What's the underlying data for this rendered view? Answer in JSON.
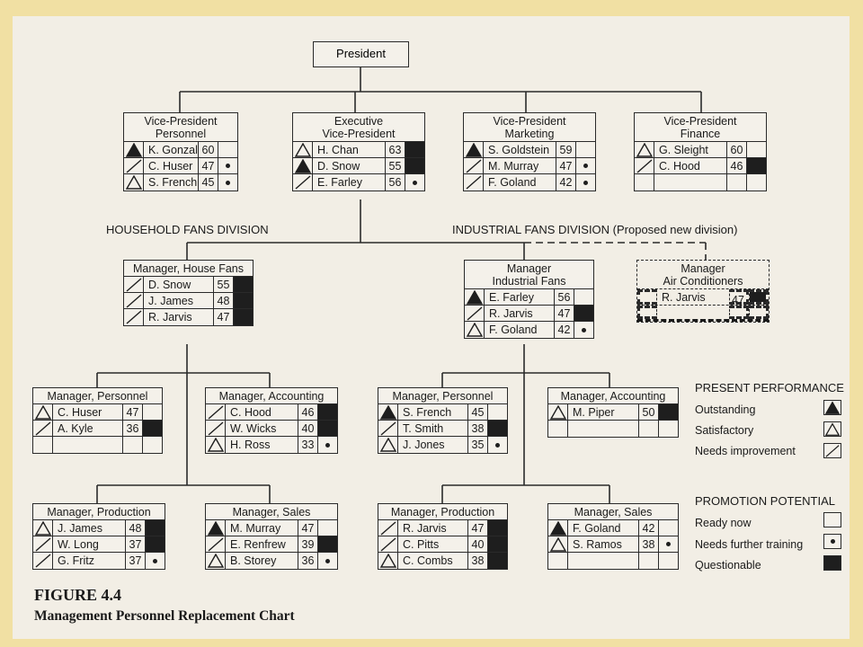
{
  "president": "President",
  "divisions": {
    "household": "HOUSEHOLD FANS DIVISION",
    "industrial": "INDUSTRIAL FANS DIVISION (Proposed new division)"
  },
  "boxes": {
    "vp_personnel": {
      "title": "Vice-President\nPersonnel",
      "rows": [
        {
          "name": "K. Gonzalez",
          "age": "60",
          "perf": "outstanding",
          "prom": "ready"
        },
        {
          "name": "C. Huser",
          "age": "47",
          "perf": "needs",
          "prom": "training"
        },
        {
          "name": "S. French",
          "age": "45",
          "perf": "satisfactory",
          "prom": "training"
        }
      ]
    },
    "evp": {
      "title": "Executive\nVice-President",
      "rows": [
        {
          "name": "H. Chan",
          "age": "63",
          "perf": "satisfactory",
          "prom": "questionable"
        },
        {
          "name": "D. Snow",
          "age": "55",
          "perf": "outstanding",
          "prom": "questionable"
        },
        {
          "name": "E. Farley",
          "age": "56",
          "perf": "needs",
          "prom": "training"
        }
      ]
    },
    "vp_marketing": {
      "title": "Vice-President\nMarketing",
      "rows": [
        {
          "name": "S. Goldstein",
          "age": "59",
          "perf": "outstanding",
          "prom": "ready"
        },
        {
          "name": "M. Murray",
          "age": "47",
          "perf": "needs",
          "prom": "training"
        },
        {
          "name": "F. Goland",
          "age": "42",
          "perf": "needs",
          "prom": "training"
        }
      ]
    },
    "vp_finance": {
      "title": "Vice-President\nFinance",
      "rows": [
        {
          "name": "G. Sleight",
          "age": "60",
          "perf": "satisfactory",
          "prom": "ready"
        },
        {
          "name": "C. Hood",
          "age": "46",
          "perf": "needs",
          "prom": "questionable"
        },
        {
          "name": "",
          "age": "",
          "perf": "none",
          "prom": "ready"
        }
      ]
    },
    "mgr_house_fans": {
      "title": "Manager, House Fans",
      "rows": [
        {
          "name": "D. Snow",
          "age": "55",
          "perf": "needs",
          "prom": "questionable"
        },
        {
          "name": "J. James",
          "age": "48",
          "perf": "needs",
          "prom": "questionable"
        },
        {
          "name": "R. Jarvis",
          "age": "47",
          "perf": "needs",
          "prom": "questionable"
        }
      ]
    },
    "mgr_industrial_fans": {
      "title": "Manager\nIndustrial Fans",
      "rows": [
        {
          "name": "E. Farley",
          "age": "56",
          "perf": "outstanding",
          "prom": "ready"
        },
        {
          "name": "R. Jarvis",
          "age": "47",
          "perf": "needs",
          "prom": "questionable"
        },
        {
          "name": "F. Goland",
          "age": "42",
          "perf": "satisfactory",
          "prom": "training"
        }
      ]
    },
    "mgr_air_conditioners": {
      "title": "Manager\nAir Conditioners",
      "rows": [
        {
          "name": "R. Jarvis",
          "age": "47",
          "perf": "none",
          "prom": "questionable"
        },
        {
          "name": "",
          "age": "",
          "perf": "none",
          "prom": "ready"
        }
      ]
    },
    "h_personnel": {
      "title": "Manager, Personnel",
      "rows": [
        {
          "name": "C. Huser",
          "age": "47",
          "perf": "satisfactory",
          "prom": "ready"
        },
        {
          "name": "A. Kyle",
          "age": "36",
          "perf": "needs",
          "prom": "questionable"
        },
        {
          "name": "",
          "age": "",
          "perf": "none",
          "prom": "ready"
        }
      ]
    },
    "h_accounting": {
      "title": "Manager, Accounting",
      "rows": [
        {
          "name": "C. Hood",
          "age": "46",
          "perf": "needs",
          "prom": "questionable"
        },
        {
          "name": "W. Wicks",
          "age": "40",
          "perf": "needs",
          "prom": "questionable"
        },
        {
          "name": "H. Ross",
          "age": "33",
          "perf": "satisfactory",
          "prom": "training"
        }
      ]
    },
    "i_personnel": {
      "title": "Manager, Personnel",
      "rows": [
        {
          "name": "S. French",
          "age": "45",
          "perf": "outstanding",
          "prom": "ready"
        },
        {
          "name": "T. Smith",
          "age": "38",
          "perf": "needs",
          "prom": "questionable"
        },
        {
          "name": "J. Jones",
          "age": "35",
          "perf": "satisfactory",
          "prom": "training"
        }
      ]
    },
    "i_accounting": {
      "title": "Manager, Accounting",
      "rows": [
        {
          "name": "M. Piper",
          "age": "50",
          "perf": "satisfactory",
          "prom": "questionable"
        },
        {
          "name": "",
          "age": "",
          "perf": "none",
          "prom": "ready"
        }
      ]
    },
    "h_production": {
      "title": "Manager, Production",
      "rows": [
        {
          "name": "J. James",
          "age": "48",
          "perf": "satisfactory",
          "prom": "questionable"
        },
        {
          "name": "W. Long",
          "age": "37",
          "perf": "needs",
          "prom": "questionable"
        },
        {
          "name": "G. Fritz",
          "age": "37",
          "perf": "needs",
          "prom": "training"
        }
      ]
    },
    "h_sales": {
      "title": "Manager, Sales",
      "rows": [
        {
          "name": "M. Murray",
          "age": "47",
          "perf": "outstanding",
          "prom": "ready"
        },
        {
          "name": "E. Renfrew",
          "age": "39",
          "perf": "needs",
          "prom": "questionable"
        },
        {
          "name": "B. Storey",
          "age": "36",
          "perf": "satisfactory",
          "prom": "training"
        }
      ]
    },
    "i_production": {
      "title": "Manager, Production",
      "rows": [
        {
          "name": "R. Jarvis",
          "age": "47",
          "perf": "needs",
          "prom": "questionable"
        },
        {
          "name": "C. Pitts",
          "age": "40",
          "perf": "needs",
          "prom": "questionable"
        },
        {
          "name": "C. Combs",
          "age": "38",
          "perf": "satisfactory",
          "prom": "questionable"
        }
      ]
    },
    "i_sales": {
      "title": "Manager, Sales",
      "rows": [
        {
          "name": "F. Goland",
          "age": "42",
          "perf": "outstanding",
          "prom": "ready"
        },
        {
          "name": "S. Ramos",
          "age": "38",
          "perf": "satisfactory",
          "prom": "training"
        },
        {
          "name": "",
          "age": "",
          "perf": "none",
          "prom": "ready"
        }
      ]
    }
  },
  "legend": {
    "performance_title": "PRESENT PERFORMANCE",
    "performance": [
      {
        "label": "Outstanding",
        "symbol": "outstanding"
      },
      {
        "label": "Satisfactory",
        "symbol": "satisfactory"
      },
      {
        "label": "Needs improvement",
        "symbol": "needs"
      }
    ],
    "promotion_title": "PROMOTION POTENTIAL",
    "promotion": [
      {
        "label": "Ready now",
        "symbol": "ready"
      },
      {
        "label": "Needs further training",
        "symbol": "training"
      },
      {
        "label": "Questionable",
        "symbol": "questionable"
      }
    ]
  },
  "figure": {
    "label": "FIGURE 4.4",
    "title": "Management Personnel Replacement Chart"
  }
}
